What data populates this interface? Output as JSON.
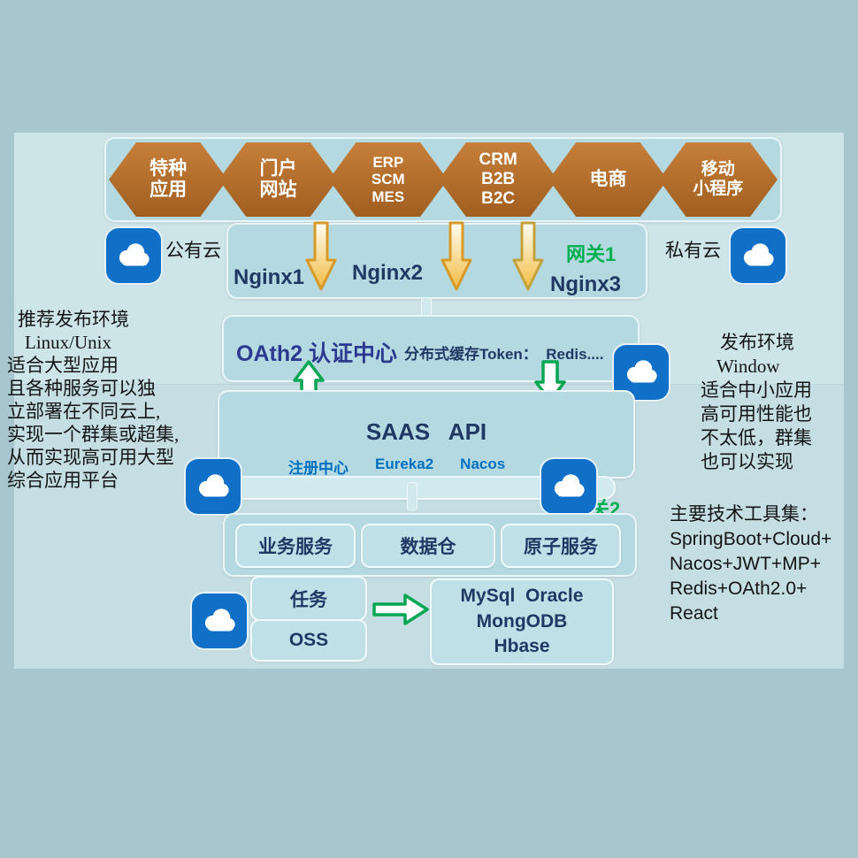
{
  "colors": {
    "accent_green": "#00b050",
    "navy_text": "#1f3864",
    "registry_blue": "#0070c0",
    "hexagon_brown": "#a05e1f",
    "cloud_blue": "#1070c8"
  },
  "apps": {
    "hexagons": [
      {
        "lines": [
          "特种",
          "应用"
        ]
      },
      {
        "lines": [
          "门户",
          "网站"
        ]
      },
      {
        "lines": [
          "ERP",
          "SCM",
          "MES"
        ]
      },
      {
        "lines": [
          "CRM",
          "B2B",
          "B2C"
        ]
      },
      {
        "lines": [
          "电商"
        ]
      },
      {
        "lines": [
          "移动",
          "小程序"
        ]
      }
    ]
  },
  "cloud_labels": {
    "public": "公有云",
    "private": "私有云"
  },
  "gateways": {
    "g1": "网关1",
    "g2": "网关2"
  },
  "nginx": {
    "n1": "Nginx1",
    "n2": "Nginx2",
    "n3": "Nginx3"
  },
  "auth": {
    "title": "OAth2 认证中心",
    "cache": "分布式缓存Token：  Redis...."
  },
  "saas": {
    "title": "SAAS   API",
    "registry_label": "注册中心",
    "registry1": "Eureka2",
    "registry2": "Nacos"
  },
  "services": {
    "business": "业务服务",
    "data_warehouse": "数据仓",
    "atomic": "原子服务"
  },
  "middleware": {
    "task": "任务",
    "oss": "OSS"
  },
  "databases": {
    "lines": [
      "MySql  Oracle",
      "MongODB",
      "Hbase"
    ]
  },
  "left_note": {
    "lines": [
      "推荐发布环境",
      "Linux/Unix",
      "适合大型应用",
      "且各种服务可以独",
      "立部署在不同云上,",
      "实现一个群集或超集,",
      "从而实现高可用大型",
      "综合应用平台"
    ]
  },
  "right_note": {
    "lines": [
      "发布环境",
      "Window",
      "适合中小应用",
      "高可用性能也",
      "不太低，群集",
      "也可以实现"
    ]
  },
  "tech_note": {
    "lines": [
      "主要技术工具集：",
      "SpringBoot+Cloud+",
      "Nacos+JWT+MP+",
      "Redis+OAth2.0+",
      "React"
    ]
  }
}
